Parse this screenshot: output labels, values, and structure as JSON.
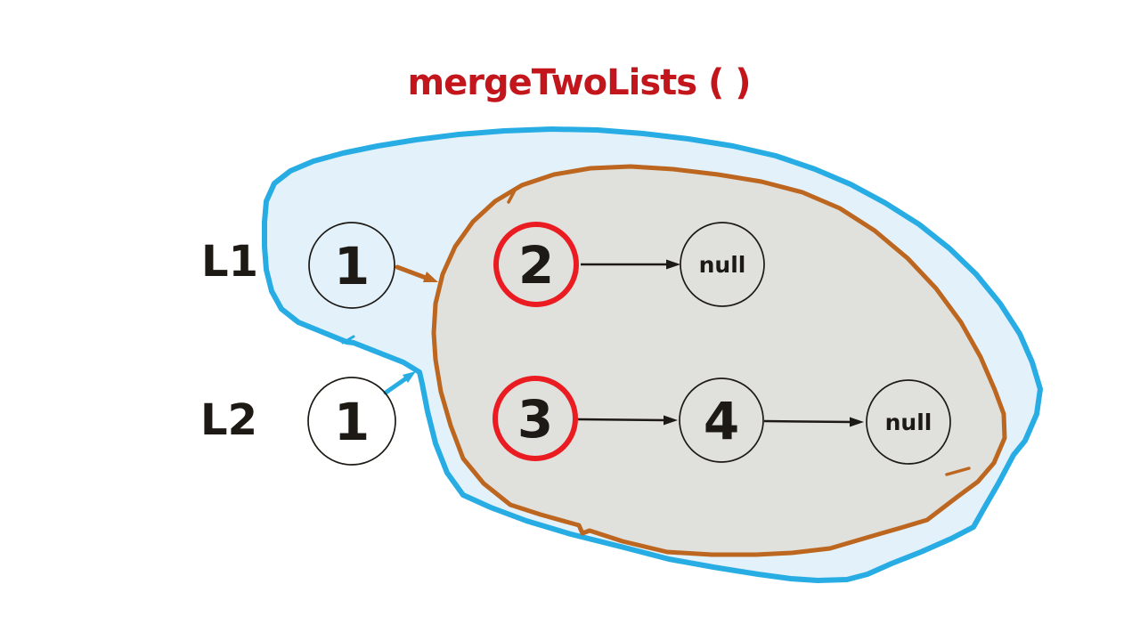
{
  "title": {
    "text": "mergeTwoLists ( )"
  },
  "colors": {
    "title-red": "#C2161C",
    "outer-stroke": "#27ACE3",
    "outer-fill": "#E2F1FA",
    "inner-stroke": "#BC661F",
    "inner-fill": "#E0E0DC",
    "highlight-red": "#EA1B21",
    "ink": "#1D1A15"
  },
  "lists": {
    "l1": {
      "label": "L1",
      "nodes": [
        {
          "value": "1",
          "highlighted": false
        },
        {
          "value": "2",
          "highlighted": true
        },
        {
          "value": "null",
          "highlighted": false
        }
      ]
    },
    "l2": {
      "label": "L2",
      "nodes": [
        {
          "value": "1",
          "highlighted": false
        },
        {
          "value": "3",
          "highlighted": true
        },
        {
          "value": "4",
          "highlighted": false
        },
        {
          "value": "null",
          "highlighted": false
        }
      ]
    }
  }
}
